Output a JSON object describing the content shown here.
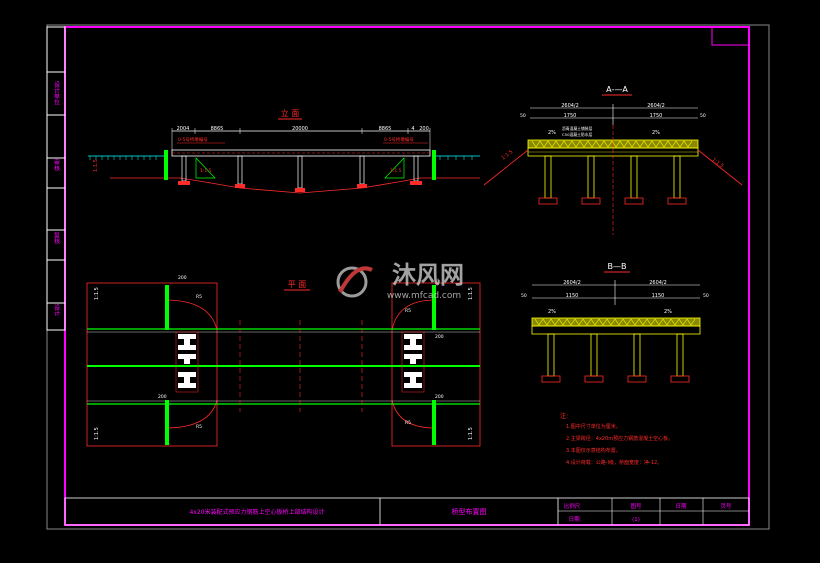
{
  "drawing": {
    "project_title": "4x20米装配式预应力钢筋上空心板桥上部结构设计",
    "sheet_title": "桥型布置图",
    "side_labels": [
      "设计单位",
      "审核",
      "复核",
      "设计"
    ],
    "title_block": {
      "scale_label": "比例尺",
      "scale_value": "",
      "drawing_no_label": "图号",
      "drawing_no_value": "(1)",
      "date_label": "日期",
      "date_value": "",
      "sheet_label": "页号",
      "sheet_value": "",
      "date2_label": "日期:"
    }
  },
  "views": {
    "elevation": {
      "title": "立 面",
      "dims": [
        "2004",
        "8865",
        "20000",
        "8865",
        "4",
        "200"
      ],
      "notes": [
        "0-5号桥墩编号",
        "0-5号桥墩编号"
      ],
      "slope": "1:1.5"
    },
    "plan": {
      "title": "平 面",
      "labels": [
        "1:1.5",
        "1:1.5",
        "1:1.5",
        "1:1.5",
        "200",
        "200",
        "200",
        "200",
        "R5",
        "R5",
        "R5",
        "R5"
      ]
    },
    "section_aa": {
      "title": "A-—A",
      "dims": [
        "2604/2",
        "2604/2",
        "1750",
        "1750",
        "50",
        "50",
        "2%",
        "2%"
      ],
      "notes": [
        "沥青混凝土铺装层",
        "C50混凝土防水层"
      ],
      "slope": "1:1.5"
    },
    "section_bb": {
      "title": "B—B",
      "dims": [
        "2604/2",
        "2604/2",
        "1150",
        "1150",
        "50",
        "50",
        "2%",
        "2%"
      ]
    }
  },
  "notes": {
    "header": "注:",
    "items": [
      "1.图中尺寸单位为厘米。",
      "2.主梁跨径：4x20m预应力钢筋混凝土空心板。",
      "3.本图仅示意结构布置。",
      "4.设计荷载：公路-I级，桥面宽度：净-12。"
    ]
  },
  "watermark": {
    "brand": "沐风网",
    "url": "www.mfcad.com"
  },
  "colors": {
    "frame": "#ff00ff",
    "red": "#ff2a2a",
    "green": "#00ff00",
    "yellow": "#ffff00",
    "white": "#ffffff",
    "cyan": "#00ffff"
  }
}
